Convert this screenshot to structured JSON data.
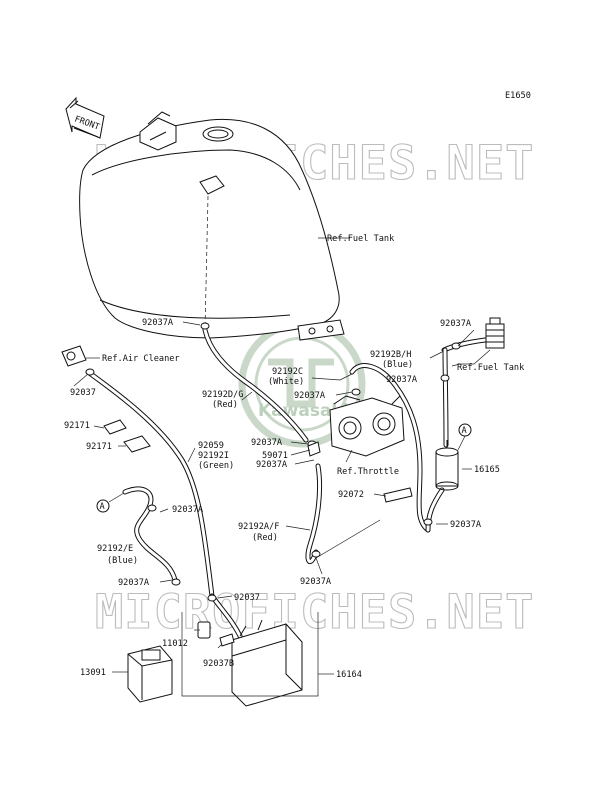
{
  "diagram_code": "E1650",
  "watermark": {
    "site": "MICROFICHES.NET",
    "brand": "Kawasaki"
  },
  "front_arrow": "FRONT",
  "labels": [
    {
      "id": "ref-fuel-tank",
      "text": "Ref.Fuel Tank"
    },
    {
      "id": "92037a-1",
      "text": "92037A"
    },
    {
      "id": "ref-air-cleaner",
      "text": "Ref.Air Cleaner"
    },
    {
      "id": "92037-1",
      "text": "92037"
    },
    {
      "id": "92037a-2",
      "text": "92037A"
    },
    {
      "id": "92192b-h",
      "text": "92192B/H"
    },
    {
      "id": "blue-1",
      "text": "(Blue)"
    },
    {
      "id": "ref-fuel-tank-2",
      "text": "Ref.Fuel Tank"
    },
    {
      "id": "92192c",
      "text": "92192C"
    },
    {
      "id": "white",
      "text": "(White)"
    },
    {
      "id": "92037a-3",
      "text": "92037A"
    },
    {
      "id": "92192d-g",
      "text": "92192D/G"
    },
    {
      "id": "red-1",
      "text": "(Red)"
    },
    {
      "id": "92037a-4",
      "text": "92037A"
    },
    {
      "id": "92171-1",
      "text": "92171"
    },
    {
      "id": "92171-2",
      "text": "92171"
    },
    {
      "id": "92037a-5",
      "text": "92037A"
    },
    {
      "id": "59071",
      "text": "59071"
    },
    {
      "id": "92037a-6",
      "text": "92037A"
    },
    {
      "id": "ref-throttle",
      "text": "Ref.Throttle"
    },
    {
      "id": "92059",
      "text": "92059"
    },
    {
      "id": "92192i",
      "text": "92192I"
    },
    {
      "id": "green",
      "text": "(Green)"
    },
    {
      "id": "16165",
      "text": "16165"
    },
    {
      "id": "92072",
      "text": "92072"
    },
    {
      "id": "92037a-7",
      "text": "92037A"
    },
    {
      "id": "92037a-8",
      "text": "92037A"
    },
    {
      "id": "92192a-f",
      "text": "92192A/F"
    },
    {
      "id": "red-2",
      "text": "(Red)"
    },
    {
      "id": "92192-e",
      "text": "92192/E"
    },
    {
      "id": "blue-2",
      "text": "(Blue)"
    },
    {
      "id": "92037a-9",
      "text": "92037A"
    },
    {
      "id": "92037a-10",
      "text": "92037A"
    },
    {
      "id": "92037-2",
      "text": "92037"
    },
    {
      "id": "11012",
      "text": "11012"
    },
    {
      "id": "92037b",
      "text": "92037B"
    },
    {
      "id": "13091",
      "text": "13091"
    },
    {
      "id": "16164",
      "text": "16164"
    }
  ],
  "callouts": [
    "A",
    "A"
  ]
}
